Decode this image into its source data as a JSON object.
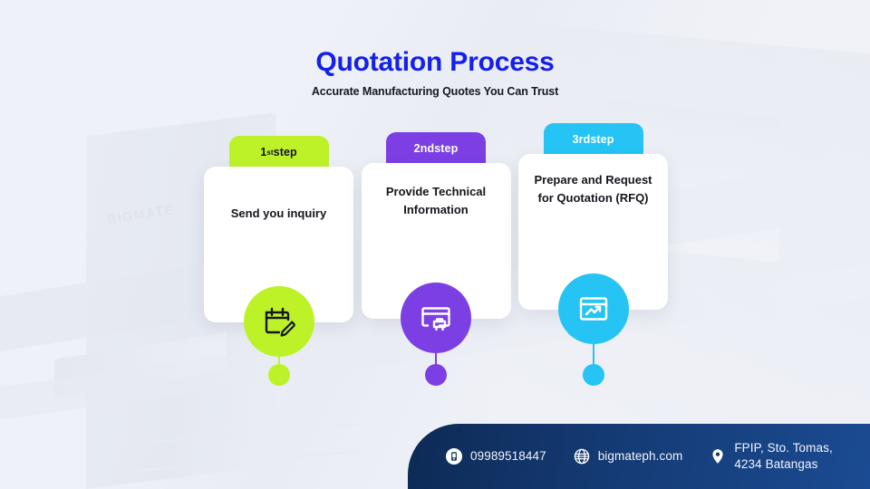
{
  "header": {
    "title": "Quotation Process",
    "subtitle": "Accurate Manufacturing Quotes You Can Trust",
    "title_color": "#1520E8"
  },
  "background": {
    "sign_text": "BIGMATE"
  },
  "steps": [
    {
      "tab_prefix": "1",
      "tab_sup": "st",
      "tab_suffix": " step",
      "tab_label": "1st step",
      "tab_color": "#BDF229",
      "tab_text_color": "#13161c",
      "title": "Send you inquiry",
      "icon_name": "calendar-edit-icon",
      "icon_color": "#BDF229",
      "icon_stroke": "#14171d",
      "dot_color": "#BDF229",
      "line_color": "#BDF229"
    },
    {
      "tab_prefix": "2nd",
      "tab_sup": "",
      "tab_suffix": " step",
      "tab_label": "2nd step",
      "tab_color": "#7B3FE4",
      "tab_text_color": "#ffffff",
      "title": "Provide Technical Information",
      "icon_name": "browser-print-icon",
      "icon_color": "#7B3FE4",
      "icon_stroke": "#ffffff",
      "dot_color": "#7B3FE4",
      "line_color": "#7B3FE4"
    },
    {
      "tab_prefix": "3rd",
      "tab_sup": "",
      "tab_suffix": " step",
      "tab_label": "3rd step",
      "tab_color": "#25C4F5",
      "tab_text_color": "#ffffff",
      "title": "Prepare and Request for Quotation (RFQ)",
      "icon_name": "browser-chart-up-icon",
      "icon_color": "#25C4F5",
      "icon_stroke": "#ffffff",
      "dot_color": "#25C4F5",
      "line_color": "#25C4F5"
    }
  ],
  "footer": {
    "background_start": "#0d2a55",
    "background_end": "#1b4b92",
    "items": [
      {
        "icon_name": "phone-icon",
        "text": "09989518447"
      },
      {
        "icon_name": "globe-icon",
        "text": "bigmateph.com"
      },
      {
        "icon_name": "map-pin-icon",
        "text": "FPIP, Sto. Tomas,\n4234 Batangas"
      }
    ]
  }
}
